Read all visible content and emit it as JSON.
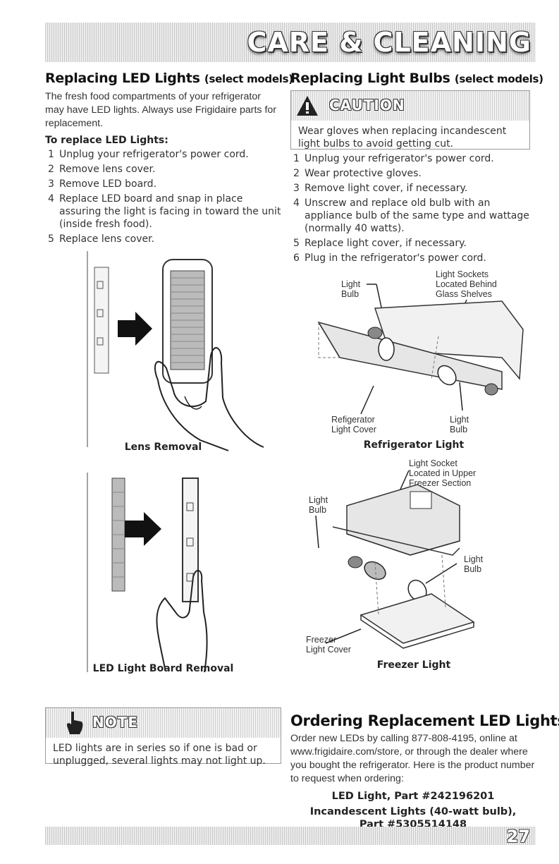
{
  "header": {
    "title": "CARE & CLEANING"
  },
  "led": {
    "title": "Replacing LED Lights",
    "title_note": "(select models)",
    "intro": "The fresh food compartments of your refrigerator may have LED lights. Always use Frigidaire parts for replacement.",
    "steps_heading": "To replace LED Lights:",
    "steps": [
      {
        "n": "1",
        "text": "Unplug your refrigerator's power cord."
      },
      {
        "n": "2",
        "text": "Remove lens cover."
      },
      {
        "n": "3",
        "text": "Remove LED board."
      },
      {
        "n": "4",
        "text": "Replace LED board and snap in place assuring the light is facing in toward the unit (inside fresh food)."
      },
      {
        "n": "5",
        "text": "Replace lens cover."
      }
    ],
    "fig1_caption": "Lens Removal",
    "fig2_caption": "LED Light Board Removal"
  },
  "note": {
    "label": "NOTE",
    "text": "LED lights are in series so if one is bad or unplugged, several lights may not light up."
  },
  "bulbs": {
    "title": "Replacing Light Bulbs",
    "title_note": "(select models)",
    "caution_label": "CAUTION",
    "caution_text": "Wear gloves when replacing incandescent light bulbs to avoid getting cut.",
    "steps": [
      {
        "n": "1",
        "text": "Unplug your refrigerator's power cord."
      },
      {
        "n": "2",
        "text": "Wear protective gloves."
      },
      {
        "n": "3",
        "text": "Remove light cover, if necessary."
      },
      {
        "n": "4",
        "text": "Unscrew and replace old bulb with an appliance bulb of the same type and wattage (normally 40 watts)."
      },
      {
        "n": "5",
        "text": "Replace light cover, if necessary."
      },
      {
        "n": "6",
        "text": "Plug in the refrigerator's power cord."
      }
    ],
    "fig_ref": {
      "caption": "Refrigerator Light",
      "label_sockets_1": "Light Sockets",
      "label_sockets_2": "Located Behind",
      "label_sockets_3": "Glass Shelves",
      "label_bulb_a_1": "Light",
      "label_bulb_a_2": "Bulb",
      "label_cover_1": "Refigerator",
      "label_cover_2": "Light Cover",
      "label_bulb_b_1": "Light",
      "label_bulb_b_2": "Bulb"
    },
    "fig_frz": {
      "caption": "Freezer Light",
      "label_socket_1": "Light Socket",
      "label_socket_2": "Located in Upper",
      "label_socket_3": "Freezer Section",
      "label_bulb_a_1": "Light",
      "label_bulb_a_2": "Bulb",
      "label_bulb_b_1": "Light",
      "label_bulb_b_2": "Bulb",
      "label_cover_1": "Freezer",
      "label_cover_2": "Light Cover"
    }
  },
  "ordering": {
    "title": "Ordering Replacement LED Lights",
    "text": "Order new LEDs by calling 877-808-4195, online at www.frigidaire.com/store, or through the dealer where you bought the refrigerator. Here is the product number to request when ordering:",
    "part_led": "LED Light, Part #242196201",
    "part_inc_1": "Incandescent Lights (40-watt bulb),",
    "part_inc_2": "Part #5305514148"
  },
  "footer": {
    "page_number": "27"
  }
}
